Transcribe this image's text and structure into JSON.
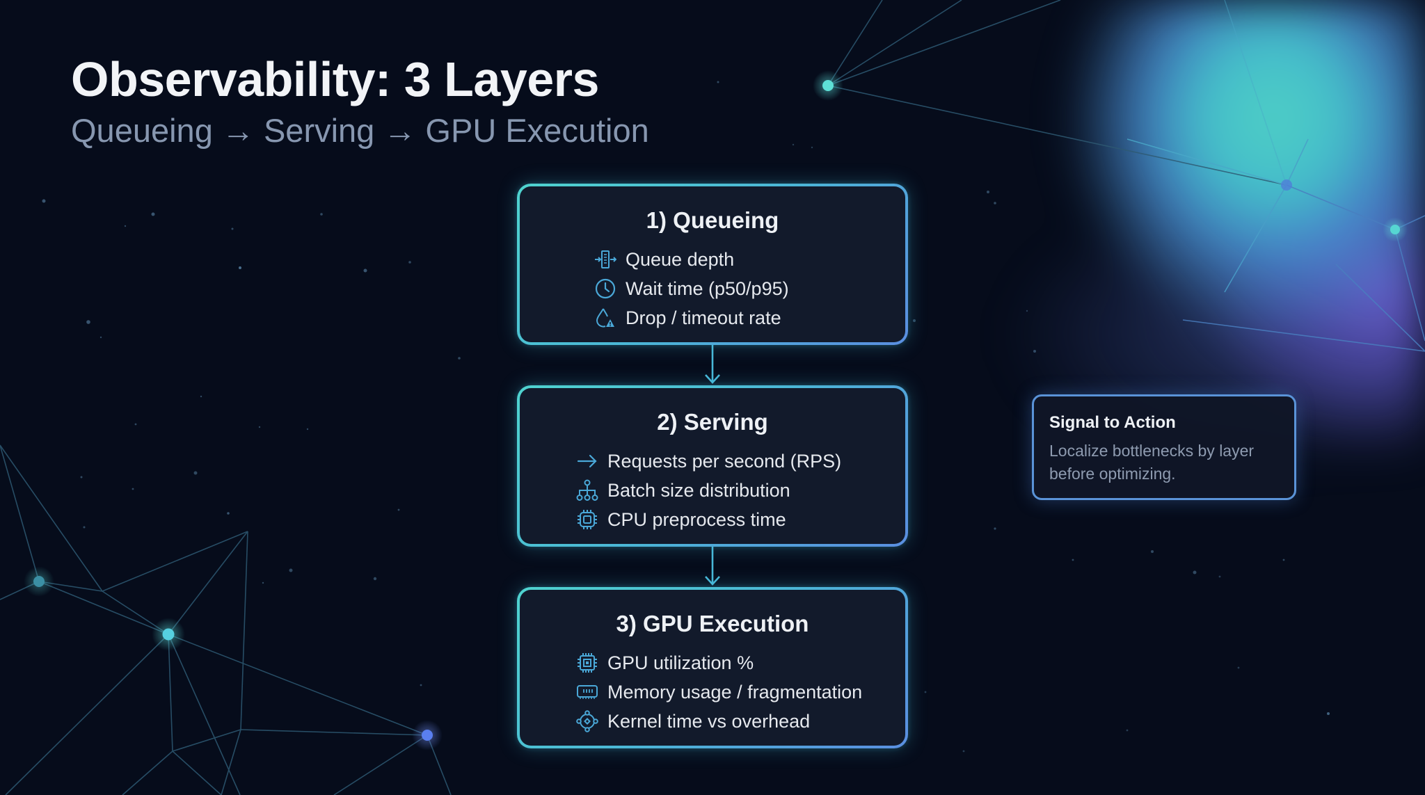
{
  "slide": {
    "title": "Observability: 3 Layers",
    "subtitle": "Queueing → Serving → GPU Execution"
  },
  "colors": {
    "background": "#060c1b",
    "box_fill": "#121a2b",
    "border_teal": "#4fd3cf",
    "border_blue": "#5a8ee0",
    "icon": "#4aa8d8",
    "title_text": "#f2f4f7",
    "subtitle_text": "#8797b0"
  },
  "layers": [
    {
      "title": "1) Queueing",
      "metrics": [
        {
          "icon": "queue-icon",
          "label": "Queue depth"
        },
        {
          "icon": "clock-icon",
          "label": "Wait time (p50/p95)"
        },
        {
          "icon": "drop-warning-icon",
          "label": "Drop / timeout rate"
        }
      ]
    },
    {
      "title": "2) Serving",
      "metrics": [
        {
          "icon": "arrow-right-icon",
          "label": "Requests per second (RPS)"
        },
        {
          "icon": "hierarchy-icon",
          "label": "Batch size distribution"
        },
        {
          "icon": "cpu-icon",
          "label": "CPU preprocess time"
        }
      ]
    },
    {
      "title": "3) GPU Execution",
      "metrics": [
        {
          "icon": "gpu-chip-icon",
          "label": "GPU utilization %"
        },
        {
          "icon": "memory-icon",
          "label": "Memory usage / fragmentation"
        },
        {
          "icon": "kernel-icon",
          "label": "Kernel time vs overhead"
        }
      ]
    }
  ],
  "callout": {
    "title": "Signal to Action",
    "body": "Localize bottlenecks by layer before optimizing."
  }
}
